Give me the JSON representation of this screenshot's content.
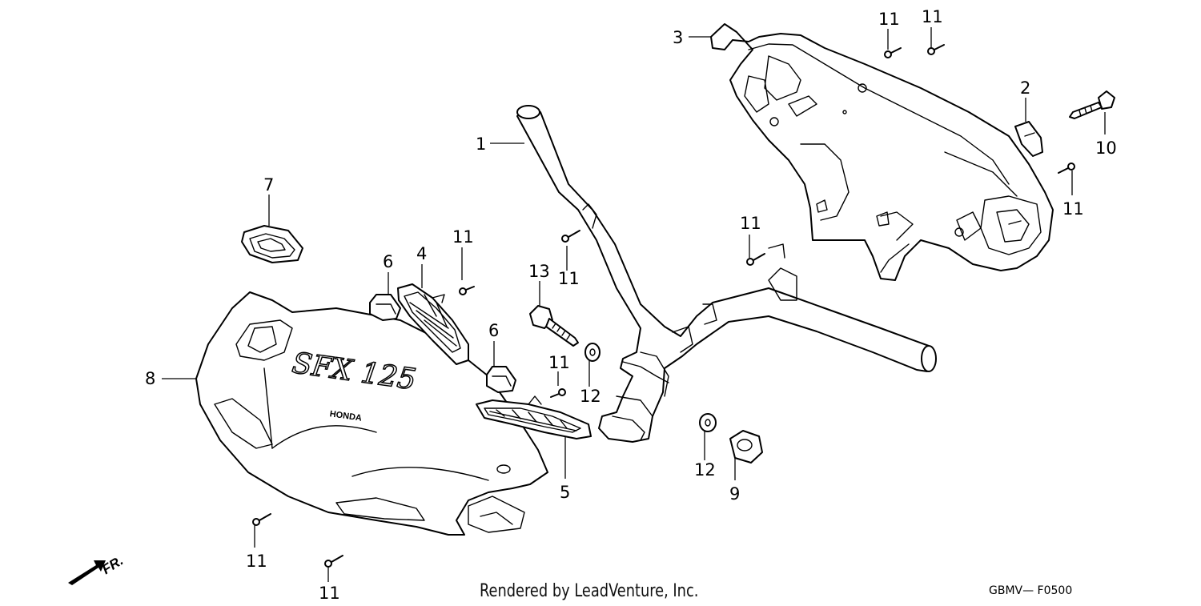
{
  "diagram": {
    "callouts": [
      {
        "id": "c1",
        "text": "1"
      },
      {
        "id": "c2",
        "text": "2"
      },
      {
        "id": "c3",
        "text": "3"
      },
      {
        "id": "c4",
        "text": "4"
      },
      {
        "id": "c5",
        "text": "5"
      },
      {
        "id": "c6a",
        "text": "6"
      },
      {
        "id": "c6b",
        "text": "6"
      },
      {
        "id": "c7",
        "text": "7"
      },
      {
        "id": "c8",
        "text": "8"
      },
      {
        "id": "c9",
        "text": "9"
      },
      {
        "id": "c10",
        "text": "10"
      },
      {
        "id": "c11a",
        "text": "11"
      },
      {
        "id": "c11b",
        "text": "11"
      },
      {
        "id": "c11c",
        "text": "11"
      },
      {
        "id": "c11d",
        "text": "11"
      },
      {
        "id": "c11e",
        "text": "11"
      },
      {
        "id": "c11f",
        "text": "11"
      },
      {
        "id": "c11g",
        "text": "11"
      },
      {
        "id": "c11h",
        "text": "11"
      },
      {
        "id": "c11i",
        "text": "11"
      },
      {
        "id": "c12a",
        "text": "12"
      },
      {
        "id": "c12b",
        "text": "12"
      },
      {
        "id": "c13",
        "text": "13"
      }
    ],
    "direction_label": "FR.",
    "cover_logo_text": "SFX 125",
    "cover_brand_text": "HONDA"
  },
  "footer": {
    "credit": "Rendered by LeadVenture, Inc.",
    "diagram_code": "GBMV— F0500"
  }
}
